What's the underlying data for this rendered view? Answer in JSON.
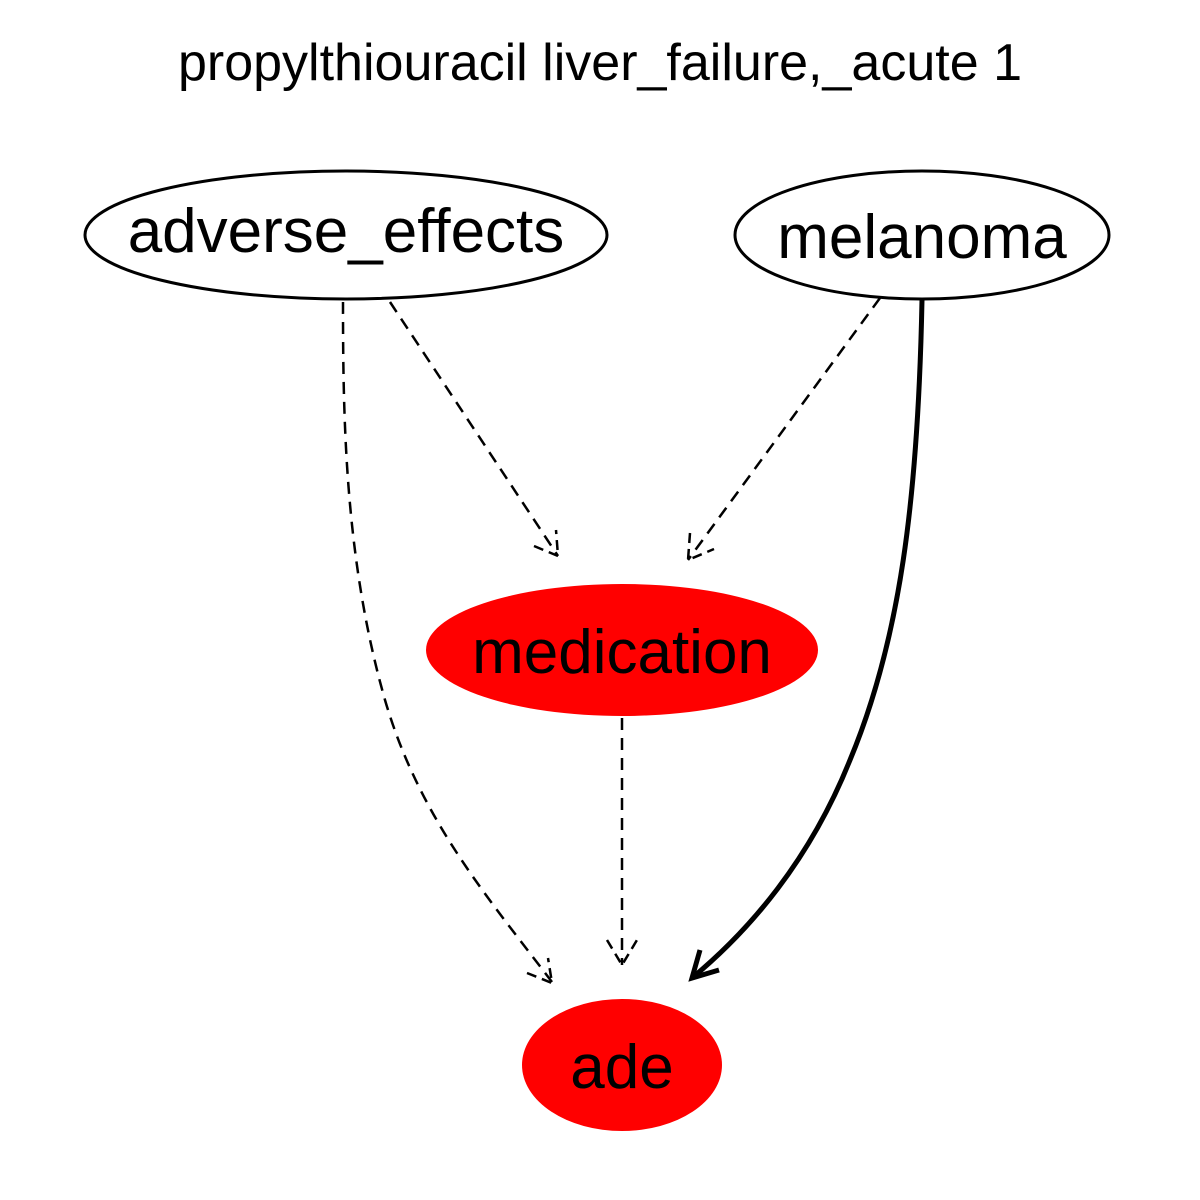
{
  "title": "propylthiouracil liver_failure,_acute 1",
  "colors": {
    "highlight_fill": "#ff0000",
    "plain_fill": "#ffffff",
    "stroke": "#000000"
  },
  "nodes": {
    "adverse_effects": {
      "label": "adverse_effects",
      "highlighted": false
    },
    "melanoma": {
      "label": "melanoma",
      "highlighted": false
    },
    "medication": {
      "label": "medication",
      "highlighted": true
    },
    "ade": {
      "label": "ade",
      "highlighted": true
    }
  },
  "edges": [
    {
      "from": "adverse_effects",
      "to": "medication",
      "style": "dashed"
    },
    {
      "from": "adverse_effects",
      "to": "ade",
      "style": "dashed"
    },
    {
      "from": "melanoma",
      "to": "medication",
      "style": "dashed"
    },
    {
      "from": "melanoma",
      "to": "ade",
      "style": "solid-bold"
    },
    {
      "from": "medication",
      "to": "ade",
      "style": "dashed"
    }
  ]
}
